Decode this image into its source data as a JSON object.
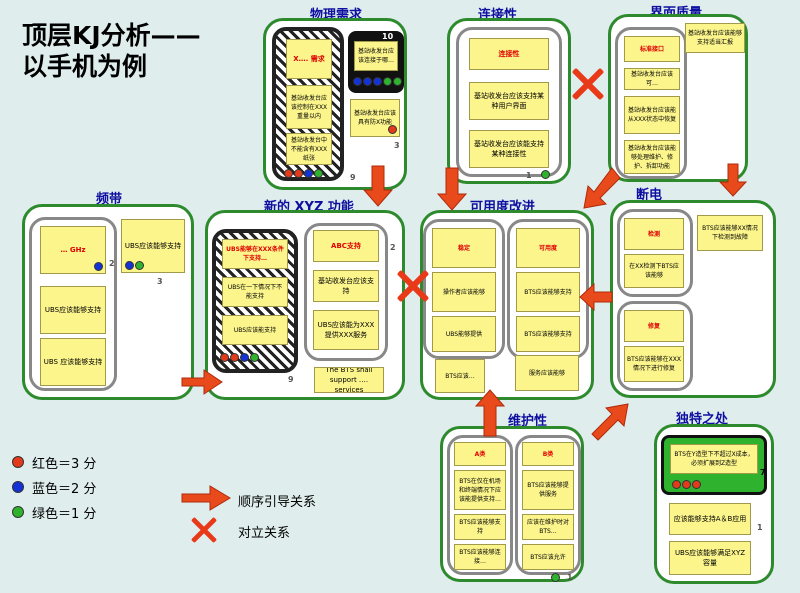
{
  "title": {
    "line1": "顶层KJ分析——",
    "line2": "以手机为例"
  },
  "groups": {
    "physical": {
      "title": "物理需求",
      "hatch_top": "X…. 需求",
      "hatch_mid": "基站收发台应该控制在XXX重量以内",
      "hatch_bot": "基站收发台中不能含有XXX纸张",
      "hatch_num": "9",
      "dark_top": "基站收发台应该连接于哪…",
      "dark_num": "10",
      "card": "基站收发台应该具有防X功能",
      "num": "3"
    },
    "connectivity": {
      "title": "连接性",
      "c1": "连接性",
      "c2": "基站收发台应该支持某种用户界面",
      "c3": "基站收发台应该能支持某种连接性",
      "num": "1"
    },
    "ui_quality": {
      "title": "界面质量",
      "c1": "标准接口",
      "c2": "基站收发台应该可…",
      "c3": "基站收发台应该能从XXX状态中恢复",
      "c4": "基站收发台应该能够处理维护、修护、拆卸功能",
      "side": "基站收发台应该能够支持适当汇报"
    },
    "band": {
      "title": "频带",
      "c1": "… GHz",
      "c2": "UBS应该能够支持",
      "c3": "UBS 应该能够支持",
      "num_a": "2",
      "side": "UBS应该能够支持",
      "num_b": "3"
    },
    "xyz": {
      "title": "新的 XYZ 功能",
      "h1": "UBS能够在XXX条件下支持…",
      "h2": "UBS在一下情况下不能支持",
      "h3": "UBS应该能支持",
      "hatch_num": "9",
      "c1": "ABC支持",
      "c2": "基站收发台应该支持",
      "c3": "UBS应该能为XXX提供XXX服务",
      "num": "2",
      "side": "The BTS shall support …. services"
    },
    "availability": {
      "title": "可用度改进",
      "l1": "稳定",
      "l2": "操作者应该能够",
      "l3": "UBS能够提供",
      "r1": "可用度",
      "r2": "BTS应该能够支持",
      "r3": "BTS应该能够支持",
      "b1": "BTS应该…",
      "b2": "服务应该能够"
    },
    "outage": {
      "title": "断电",
      "c1": "检测",
      "c2": "在XX检测下BTS应该能够",
      "c3": "修复",
      "c4": "BTS应该能够在XXX情况下进行修复",
      "side": "BTS应该能够XX情况下检测到故障"
    },
    "maint": {
      "title": "维护性",
      "l1": "A类",
      "l2": "BTS在仅在机场和终端情况下应该能提供支持…",
      "l3": "BTS应该能够支持",
      "l4": "BTS应该能够连接…",
      "r1": "B类",
      "r2": "BTS应该能够提供服务",
      "r3": "应该在维护时对BTS…",
      "r4": "BTS应该允许",
      "num": "1"
    },
    "unique": {
      "title": "独特之处",
      "dark": "BTS在Y造型下不超过X成本，必须扩展到Z造型",
      "d_num": "7",
      "c1": "应该能够支持A＆B应用",
      "num": "1",
      "c2": "UBS应该能够满足XYZ容量"
    }
  },
  "legend": {
    "red": "红色＝3 分",
    "blue": "蓝色＝2 分",
    "green": "绿色＝1 分",
    "arrow": "顺序引导关系",
    "cross": "对立关系"
  },
  "colors": {
    "red_dot": "#e43a1c",
    "blue_dot": "#1433d6",
    "green_dot": "#2fb32f",
    "arrow": "#e84a1c",
    "group_border": "#2d8a2d"
  }
}
